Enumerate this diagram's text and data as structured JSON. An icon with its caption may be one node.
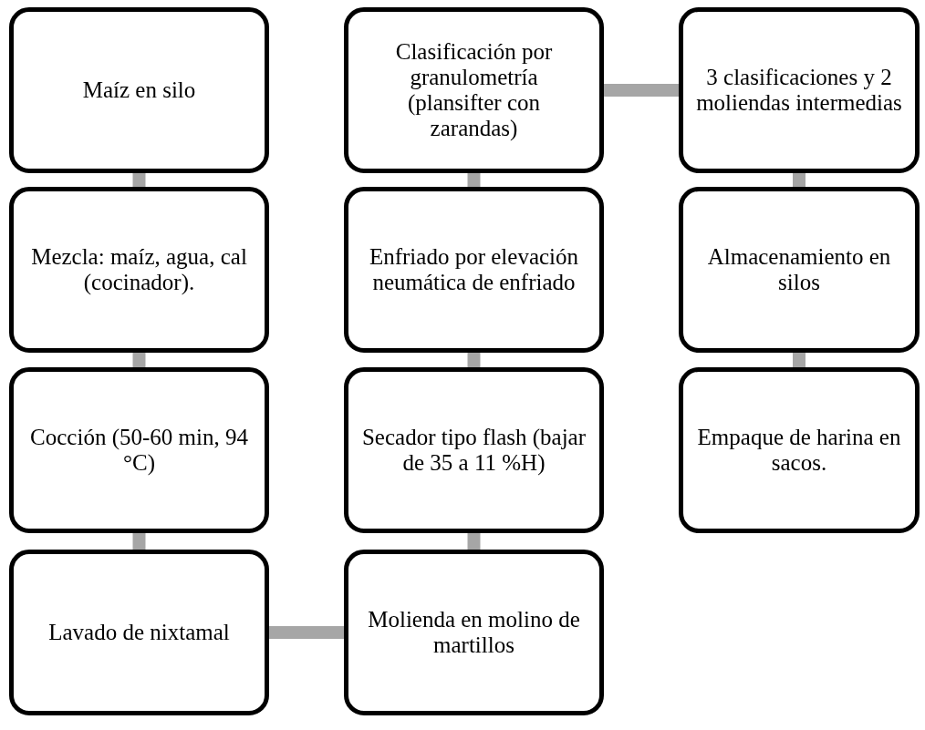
{
  "diagram": {
    "nodes": [
      {
        "text": [
          "Maíz en silo"
        ]
      },
      {
        "text": [
          "Mezcla: maíz, agua, cal (cocinador)."
        ]
      },
      {
        "text": [
          "Cocción (50-60 min, 94 °C)"
        ]
      },
      {
        "text": [
          "Lavado de nixtamal"
        ]
      },
      {
        "text": [
          "Molienda en molino de martillos"
        ]
      },
      {
        "text": [
          "Secador tipo flash (bajar de 35 a 11 %H)"
        ]
      },
      {
        "text": [
          "Enfriado por elevación neumática de enfriado"
        ]
      },
      {
        "text": [
          "Clasificación por granulometría (plansifter con zarandas)"
        ]
      },
      {
        "text": [
          "3 clasificaciones y 2 moliendas intermedias"
        ]
      },
      {
        "text": [
          "Almacenamiento en silos"
        ]
      },
      {
        "text": [
          "Empaque de harina en sacos."
        ]
      }
    ],
    "edges": [
      {
        "from": 0,
        "to": 1,
        "arrow": "none"
      },
      {
        "from": 1,
        "to": 2,
        "arrow": "none"
      },
      {
        "from": 2,
        "to": 3,
        "arrow": "none"
      },
      {
        "from": 3,
        "to": 4,
        "arrow": "none"
      },
      {
        "from": 4,
        "to": 5,
        "arrow": "none"
      },
      {
        "from": 5,
        "to": 6,
        "arrow": "none"
      },
      {
        "from": 6,
        "to": 7,
        "arrow": "none"
      },
      {
        "from": 7,
        "to": 8,
        "arrow": "none"
      },
      {
        "from": 8,
        "to": 9,
        "arrow": "none"
      },
      {
        "from": 9,
        "to": 10,
        "arrow": "none"
      }
    ]
  }
}
